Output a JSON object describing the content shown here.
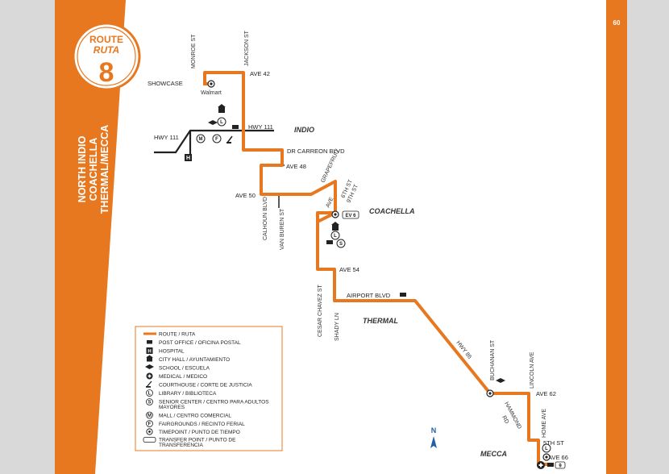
{
  "page_number": "60",
  "badge": {
    "line1": "ROUTE",
    "line2": "RUTA",
    "number": "8"
  },
  "side_title": [
    "NORTH INDIO",
    "COACHELLA",
    "THERMAL/MECCA"
  ],
  "colors": {
    "route": "#e8781f",
    "road": "#222222",
    "page_bg": "#ffffff",
    "tab": "#e8781f"
  },
  "streets": {
    "monroe": "MONROE ST",
    "jackson": "JACKSON ST",
    "ave42": "AVE 42",
    "showcase": "SHOWCASE",
    "walmart": "Walmart",
    "hwy111_left": "HWY 111",
    "hwy111_right": "HWY 111",
    "dr_carreon": "DR CARREON BLVD",
    "ave48": "AVE 48",
    "ave50": "AVE 50",
    "calhoun": "CALHOUN BLVD",
    "van_buren": "VAN BUREN ST",
    "grapefruit": "GRAPEFRUIT",
    "ave": "AVE",
    "sixth": "6TH ST",
    "ninth": "9TH ST",
    "timepoint_label": "EV 6",
    "ave54": "AVE 54",
    "cesar": "CESAR CHAVEZ ST",
    "airport": "AIRPORT BLVD",
    "shady": "SHADY LN",
    "hwy86": "HWY 86",
    "buchanan": "BUCHANAN ST",
    "lincoln": "LINCOLN AVE",
    "hammond": "HAMMOND",
    "rd": "RD",
    "ave62": "AVE 62",
    "home": "HOME AVE",
    "fifth": "5TH ST",
    "ave66": "AVE 66",
    "north": "N"
  },
  "cities": {
    "indio": "INDIO",
    "coachella": "COACHELLA",
    "thermal": "THERMAL",
    "mecca": "MECCA"
  },
  "legend": [
    {
      "icon": "route-line-icon",
      "text": "ROUTE / RUTA"
    },
    {
      "icon": "post-office-icon",
      "text": "POST OFFICE / OFICINA POSTAL"
    },
    {
      "icon": "hospital-icon",
      "text": "HOSPITAL"
    },
    {
      "icon": "city-hall-icon",
      "text": "CITY HALL / AYUNTAMIENTO"
    },
    {
      "icon": "school-icon",
      "text": "SCHOOL / ESCUELA"
    },
    {
      "icon": "medical-icon",
      "text": "MEDICAL / MEDICO"
    },
    {
      "icon": "courthouse-icon",
      "text": "COURTHOUSE / CORTE DE JUSTICIA"
    },
    {
      "icon": "library-icon",
      "text": "LIBRARY / BIBLIOTECA"
    },
    {
      "icon": "senior-center-icon",
      "text": "SENIOR CENTER / CENTRO PARA ADULTOS",
      "text2": "MAYORES"
    },
    {
      "icon": "mall-icon",
      "text": "MALL / CENTRO COMERCIAL"
    },
    {
      "icon": "fairgrounds-icon",
      "text": "FAIRGROUNDS / RECINTO FERIAL"
    },
    {
      "icon": "timepoint-icon",
      "text": "TIMEPOINT / PUNTO DE TIEMPO"
    },
    {
      "icon": "transfer-point-icon",
      "text": "TRANSFER POINT / PUNTO DE",
      "text2": "TRANSFERENCIA"
    }
  ],
  "icon_letters": {
    "hospital": "H",
    "library": "L",
    "senior": "S",
    "mall": "M",
    "fair": "F",
    "transfer": "9"
  }
}
